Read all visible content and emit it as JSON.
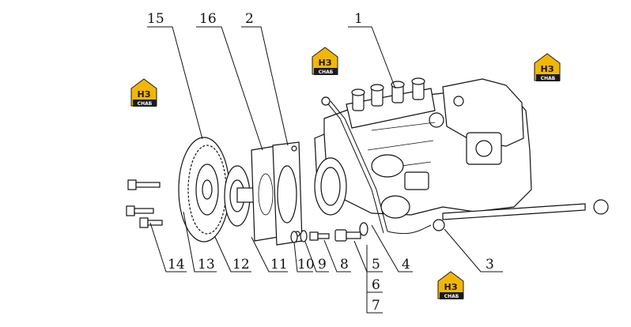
{
  "callouts": [
    {
      "id": "1",
      "label": "1"
    },
    {
      "id": "2",
      "label": "2"
    },
    {
      "id": "3",
      "label": "3"
    },
    {
      "id": "4",
      "label": "4"
    },
    {
      "id": "5",
      "label": "5"
    },
    {
      "id": "6",
      "label": "6"
    },
    {
      "id": "7",
      "label": "7"
    },
    {
      "id": "8",
      "label": "8"
    },
    {
      "id": "9",
      "label": "9"
    },
    {
      "id": "10",
      "label": "10"
    },
    {
      "id": "11",
      "label": "11"
    },
    {
      "id": "12",
      "label": "12"
    },
    {
      "id": "13",
      "label": "13"
    },
    {
      "id": "14",
      "label": "14"
    },
    {
      "id": "15",
      "label": "15"
    },
    {
      "id": "16",
      "label": "16"
    }
  ],
  "watermark": {
    "mark": "НЗ",
    "sub": "СНАБ",
    "colors": {
      "yellow": "#f2b705",
      "dark": "#1a1a1a"
    }
  }
}
